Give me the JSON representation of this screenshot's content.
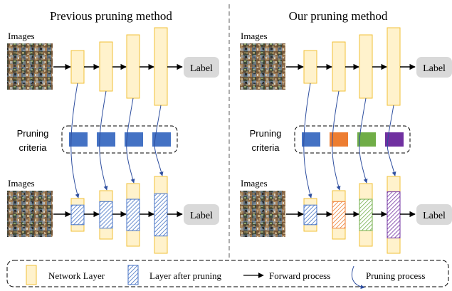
{
  "left_panel": {
    "title": "Previous pruning method",
    "images_label_top": "Images",
    "images_label_bottom": "Images",
    "label_top": "Label",
    "label_bottom": "Label",
    "criteria_label_line1": "Pruning",
    "criteria_label_line2": "criteria",
    "criteria_colors": [
      "#4472c4",
      "#4472c4",
      "#4472c4",
      "#4472c4"
    ],
    "prune_fractions": [
      0.6,
      0.55,
      0.5,
      0.55
    ]
  },
  "right_panel": {
    "title": "Our pruning method",
    "images_label_top": "Images",
    "images_label_bottom": "Images",
    "label_top": "Label",
    "label_bottom": "Label",
    "criteria_label_line1": "Pruning",
    "criteria_label_line2": "criteria",
    "criteria_colors": [
      "#4472c4",
      "#ed7d31",
      "#70ad47",
      "#7030a0"
    ],
    "prune_fractions": [
      0.6,
      0.55,
      0.5,
      0.6
    ]
  },
  "legend": {
    "network_layer": "Network Layer",
    "layer_after_pruning": "Layer after pruning",
    "forward_process": "Forward process",
    "pruning_process": "Pruning process"
  },
  "colors": {
    "layer_fill": "#fff2cc",
    "layer_stroke": "#f2c037",
    "label_box": "#d9d9d9",
    "arrow": "#000000",
    "prune_arrow": "#2f4f9f",
    "divider": "#777777"
  }
}
